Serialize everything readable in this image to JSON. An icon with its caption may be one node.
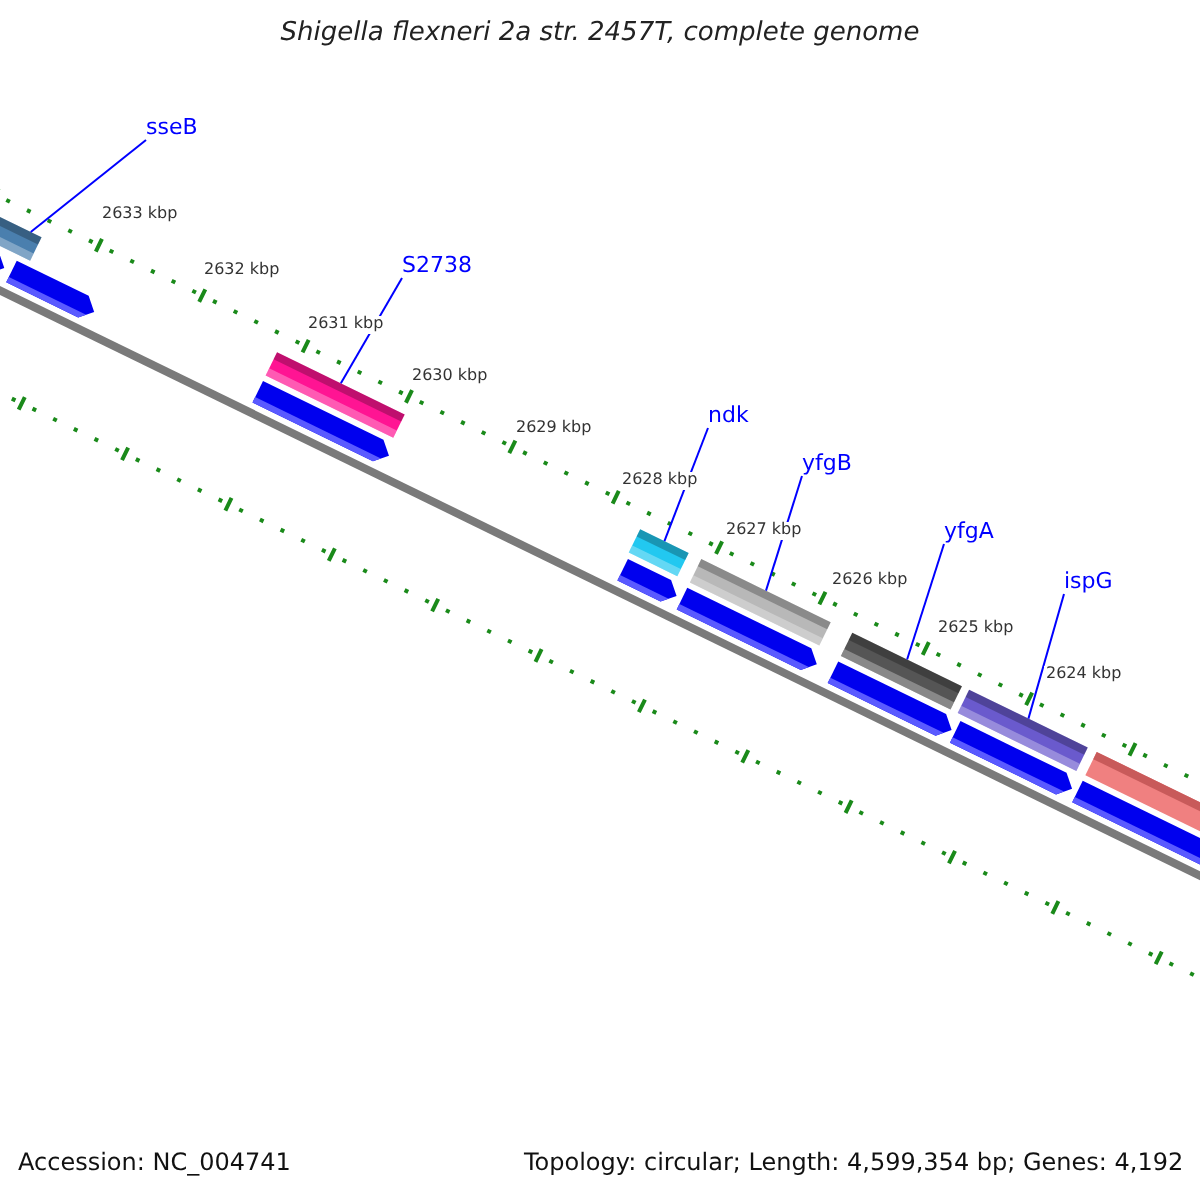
{
  "diagram": {
    "title": "Shigella flexneri 2a str. 2457T, complete genome",
    "nodes": [
      {
        "text": [
          "sseB"
        ]
      },
      {
        "text": [],
        "shape": "bar"
      },
      {
        "text": [
          "S2738"
        ]
      },
      {
        "text": [],
        "shape": "bar"
      },
      {
        "text": [
          "ndk"
        ]
      },
      {
        "text": [],
        "shape": "bar"
      },
      {
        "text": [
          "yfgB"
        ]
      },
      {
        "text": [],
        "shape": "bar"
      },
      {
        "text": [
          "yfgA"
        ]
      },
      {
        "text": [],
        "shape": "bar"
      },
      {
        "text": [
          "ispG"
        ]
      },
      {
        "text": [],
        "shape": "bar"
      }
    ],
    "edges": [
      {
        "from": 0,
        "to": 1,
        "arrow": "none"
      },
      {
        "from": 2,
        "to": 3,
        "arrow": "none"
      },
      {
        "from": 4,
        "to": 5,
        "arrow": "none"
      },
      {
        "from": 6,
        "to": 7,
        "arrow": "none"
      },
      {
        "from": 8,
        "to": 9,
        "arrow": "none"
      },
      {
        "from": 10,
        "to": 11,
        "arrow": "none"
      }
    ],
    "labels": [
      "2633 kbp",
      "2632 kbp",
      "2631 kbp",
      "2630 kbp",
      "2629 kbp",
      "2628 kbp",
      "2627 kbp",
      "2626 kbp",
      "2625 kbp",
      "2624 kbp",
      "Accession: NC_004741",
      "Topology: circular; Length: 4,599,354 bp; Genes: 4,192"
    ]
  }
}
